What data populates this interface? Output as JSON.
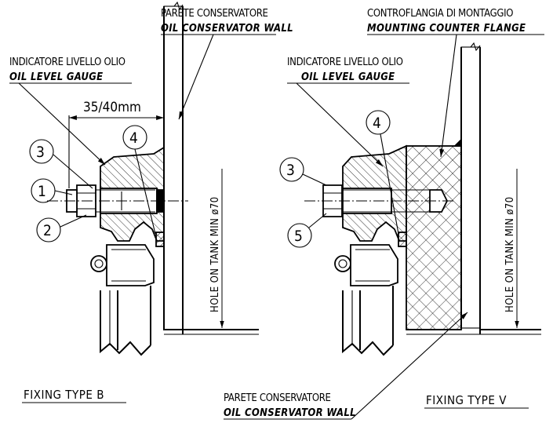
{
  "left_view": {
    "wall_label_it": "PARETE CONSERVATORE",
    "wall_label_en": "OIL CONSERVATOR WALL",
    "gauge_label_it": "INDICATORE LIVELLO OLIO",
    "gauge_label_en": "OIL LEVEL GAUGE",
    "dimension": "35/40mm",
    "hole_label": "HOLE ON TANK MIN ø70",
    "callouts": [
      "1",
      "2",
      "3",
      "4"
    ],
    "title": "FIXING TYPE B"
  },
  "right_view": {
    "flange_label_it": "CONTROFLANGIA DI MONTAGGIO",
    "flange_label_en": "MOUNTING COUNTER FLANGE",
    "gauge_label_it": "INDICATORE LIVELLO OLIO",
    "gauge_label_en": "OIL LEVEL GAUGE",
    "wall_label_it": "PARETE CONSERVATORE",
    "wall_label_en": "OIL CONSERVATOR WALL",
    "hole_label": "HOLE ON TANK MIN ø70",
    "callouts": [
      "3",
      "4",
      "5"
    ],
    "title": "FIXING TYPE V"
  }
}
